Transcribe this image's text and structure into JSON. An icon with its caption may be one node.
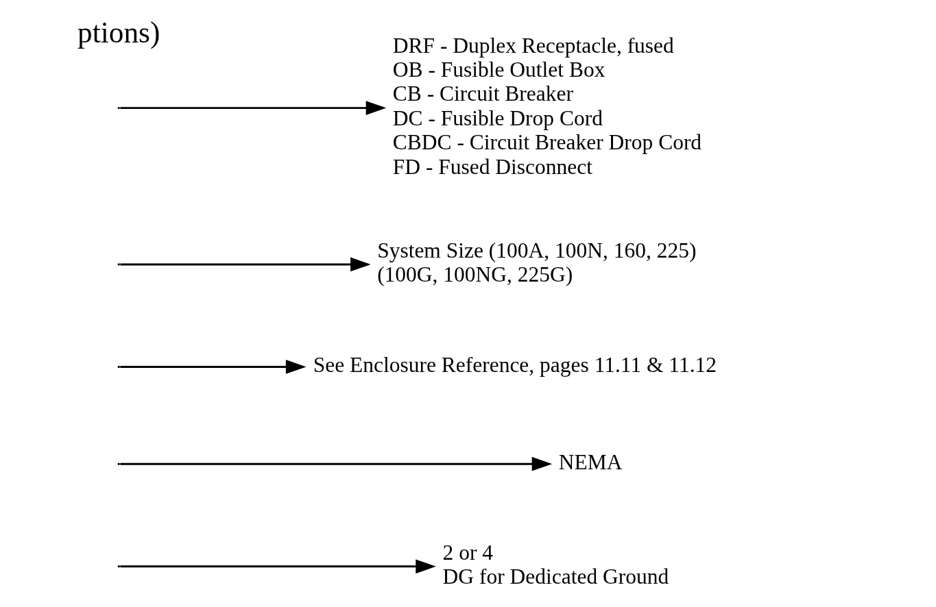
{
  "diagram": {
    "nodes": [
      {
        "text": [
          "2 or 4",
          "DG for Dedicated Ground"
        ]
      },
      {
        "text": [
          "NEMA"
        ]
      },
      {
        "text": [
          "See Enclosure Reference, pages 11.11 & 11.12"
        ]
      },
      {
        "text": [
          "System Size (100A, 100N, 160, 225)",
          "(100G, 100NG, 225G)"
        ]
      },
      {
        "text": [
          "DRF - Duplex Receptacle, fused",
          "OB - Fusible Outlet Box",
          "CB - Circuit Breaker",
          "DC - Fusible Drop Cord",
          "CBDC - Circuit Breaker Drop Cord",
          "FD - Fused Disconnect"
        ]
      }
    ],
    "edges": [
      {
        "from": null,
        "to": 0,
        "arrow": "to"
      },
      {
        "from": null,
        "to": 1,
        "arrow": "to"
      },
      {
        "from": null,
        "to": 2,
        "arrow": "to"
      },
      {
        "from": null,
        "to": 3,
        "arrow": "to"
      },
      {
        "from": null,
        "to": 4,
        "arrow": "to"
      }
    ],
    "labels": [
      "ptions)"
    ]
  }
}
